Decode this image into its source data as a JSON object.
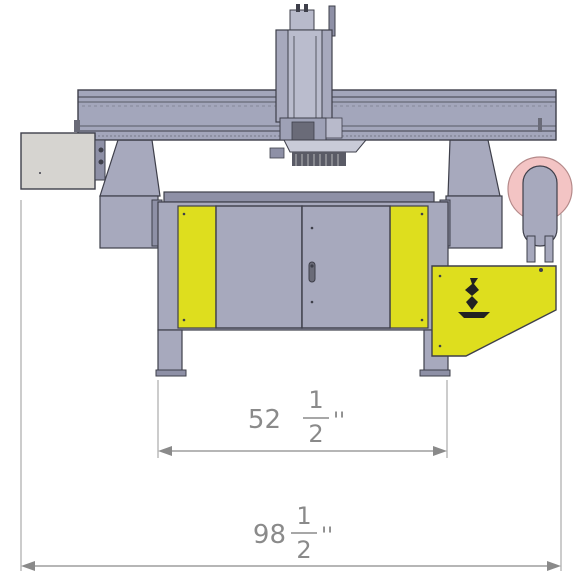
{
  "dimensions": {
    "inner_width": {
      "whole": "52",
      "numerator": "1",
      "denominator": "2",
      "unit": "''"
    },
    "overall_width": {
      "whole": "98",
      "numerator": "1",
      "denominator": "2",
      "unit": "''"
    }
  },
  "colors": {
    "frame_gray": "#a7a9bd",
    "frame_dark": "#3e3f4a",
    "gantry_gray": "#a3a6bb",
    "panel_yellow": "#dede1e",
    "control_box": "#d6d4d0",
    "pink_ring": "#f3c4c4",
    "dimension_line": "#8a8a8a",
    "background": "#ffffff"
  },
  "icons": [
    "drill-bit-logo-icon",
    "door-handle-icon"
  ]
}
